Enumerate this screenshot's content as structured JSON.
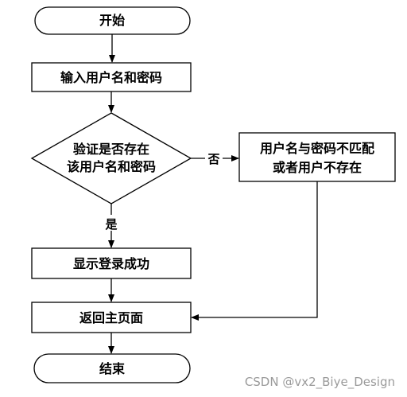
{
  "flowchart": {
    "start_label": "开始",
    "input_label": "输入用户名和密码",
    "decision_line1": "验证是否存在",
    "decision_line2": "该用户名和密码",
    "no_label": "否",
    "error_line1": "用户名与密码不匹配",
    "error_line2": "或者用户不存在",
    "yes_label": "是",
    "success_label": "显示登录成功",
    "return_label": "返回主页面",
    "end_label": "结束"
  },
  "watermark": "CSDN @vx2_Biye_Design",
  "colors": {
    "stroke": "#000000",
    "background": "#ffffff",
    "watermark": "#9a9a9a"
  }
}
